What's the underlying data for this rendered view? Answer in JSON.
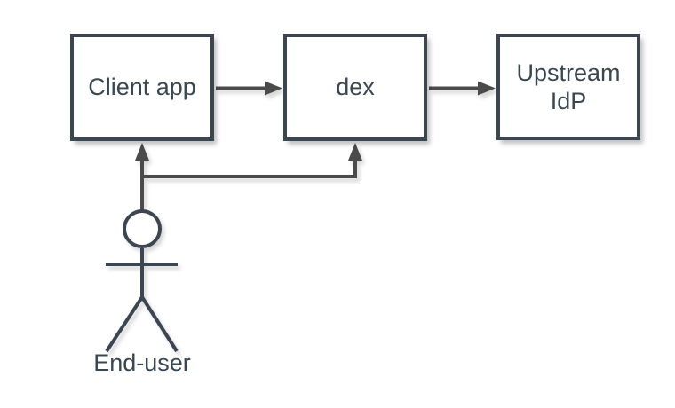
{
  "diagram": {
    "type": "flow-diagram",
    "description": "Authentication flow: End-user talks to Client app and dex; Client app calls dex; dex calls Upstream IdP",
    "colors": {
      "background": "#ffffff",
      "node_fill": "#ffffff",
      "node_border": "#3c4651",
      "connector": "#4b4b4b",
      "text": "#3a4750"
    },
    "nodes": [
      {
        "id": "client-app",
        "label": "Client app",
        "shape": "rectangle"
      },
      {
        "id": "dex",
        "label": "dex",
        "shape": "rectangle"
      },
      {
        "id": "upstream-idp",
        "label": "Upstream IdP",
        "shape": "rectangle"
      },
      {
        "id": "end-user",
        "label": "End-user",
        "shape": "actor"
      }
    ],
    "edges": [
      {
        "from": "client-app",
        "to": "dex",
        "style": "arrow"
      },
      {
        "from": "dex",
        "to": "upstream-idp",
        "style": "arrow"
      },
      {
        "from": "end-user",
        "to": "client-app",
        "style": "arrow"
      },
      {
        "from": "end-user",
        "to": "dex",
        "style": "arrow"
      }
    ]
  }
}
